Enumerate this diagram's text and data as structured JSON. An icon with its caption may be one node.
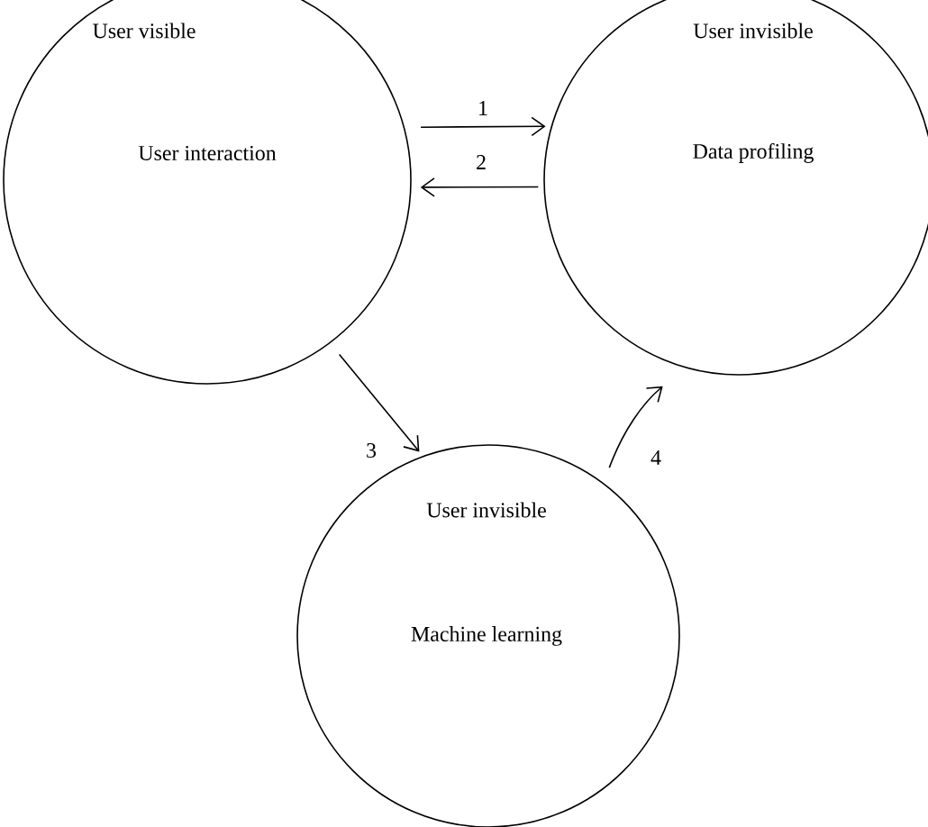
{
  "diagram": {
    "nodes": [
      {
        "text": [
          "User visible",
          "User interaction"
        ]
      },
      {
        "text": [
          "User invisible",
          "Data profiling"
        ]
      },
      {
        "text": [
          "User invisible",
          "Machine learning"
        ]
      }
    ],
    "edges": [
      {
        "from": 0,
        "to": 1,
        "arrow": "to",
        "label": "1"
      },
      {
        "from": 1,
        "to": 0,
        "arrow": "to",
        "label": "2"
      },
      {
        "from": 0,
        "to": 2,
        "arrow": "to",
        "label": "3"
      },
      {
        "from": 2,
        "to": 1,
        "arrow": "to",
        "label": "4"
      }
    ]
  }
}
